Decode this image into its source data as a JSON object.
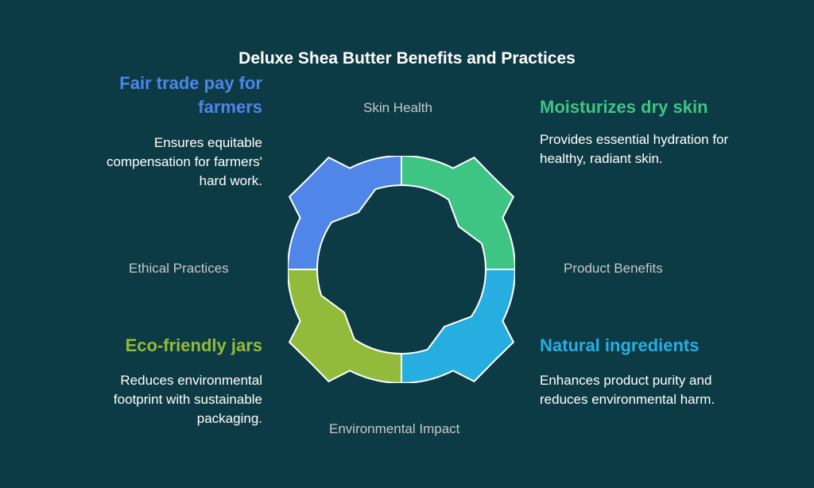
{
  "title": "Deluxe Shea Butter Benefits and Practices",
  "axes": {
    "top": "Skin Health",
    "right": "Product Benefits",
    "bottom": "Environmental Impact",
    "left": "Ethical Practices"
  },
  "quadrants": [
    {
      "position": "top-left",
      "heading": "Fair trade pay for farmers",
      "description": "Ensures equitable compensation for farmers' hard work.",
      "color": "#4f86e8"
    },
    {
      "position": "top-right",
      "heading": "Moisturizes dry skin",
      "description": "Provides essential hydration for healthy, radiant skin.",
      "color": "#3ec584"
    },
    {
      "position": "bottom-right",
      "heading": "Natural ingredients",
      "description": "Enhances product purity and reduces environmental harm.",
      "color": "#27aee0"
    },
    {
      "position": "bottom-left",
      "heading": "Eco-friendly jars",
      "description": "Reduces environmental footprint with sustainable packaging.",
      "color": "#93bb3b"
    }
  ]
}
